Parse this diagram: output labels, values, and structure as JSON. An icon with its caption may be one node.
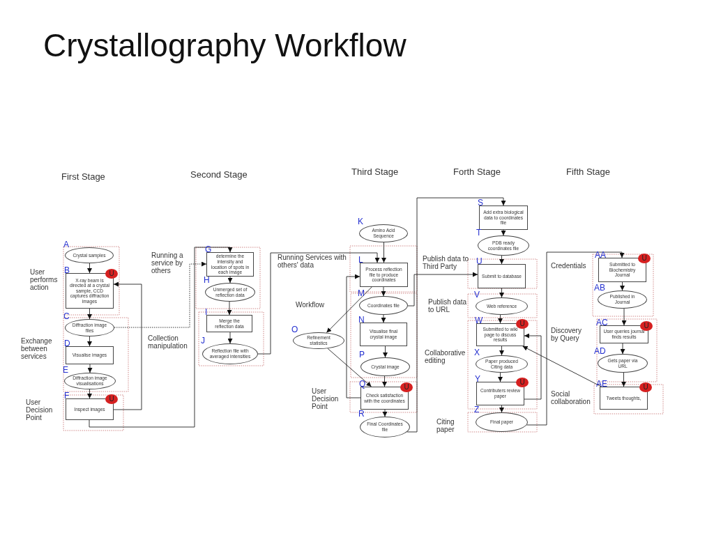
{
  "diagram": {
    "title": "Crystallography Workflow",
    "nodes": [
      {
        "text": [
          "Crystal samples"
        ],
        "beside": [
          "A"
        ]
      },
      {
        "text": [
          "X-ray beam is directed at a crystal sample, CCD captures diffraction images"
        ],
        "beside": [
          "B",
          "U"
        ]
      },
      {
        "text": [
          "Diffraction image files"
        ],
        "beside": [
          "C"
        ]
      },
      {
        "text": [
          "Visualise images"
        ],
        "beside": [
          "D"
        ]
      },
      {
        "text": [
          "Diffraction image visualisations"
        ],
        "beside": [
          "E"
        ]
      },
      {
        "text": [
          "Inspect images"
        ],
        "beside": [
          "F",
          "U"
        ]
      },
      {
        "text": [
          "determine the intensity and location of spots in each image"
        ],
        "beside": [
          "G"
        ]
      },
      {
        "text": [
          "Unmerged set of reflection data"
        ],
        "beside": [
          "H"
        ]
      },
      {
        "text": [
          "Merge the reflection data"
        ],
        "beside": [
          "I"
        ]
      },
      {
        "text": [
          "Reflection file with averaged intensities"
        ],
        "beside": [
          "J"
        ]
      },
      {
        "text": [
          "Amino Acid Sequence"
        ],
        "beside": [
          "K"
        ]
      },
      {
        "text": [
          "Process reflection file to produce coordinates"
        ],
        "beside": [
          "L"
        ]
      },
      {
        "text": [
          "Coordinates file"
        ],
        "beside": [
          "M"
        ]
      },
      {
        "text": [
          "Visualise final crystal image"
        ],
        "beside": [
          "N"
        ]
      },
      {
        "text": [
          "Refinement statistics"
        ],
        "beside": [
          "O"
        ]
      },
      {
        "text": [
          "Crystal image"
        ],
        "beside": [
          "P"
        ]
      },
      {
        "text": [
          "Check satisfaction with the coordinates"
        ],
        "beside": [
          "Q",
          "U"
        ]
      },
      {
        "text": [
          "Final Coordinates file"
        ],
        "beside": [
          "R"
        ]
      },
      {
        "text": [
          "Add extra biological data to coordinates file"
        ],
        "beside": [
          "S"
        ]
      },
      {
        "text": [
          "PDB ready coordinates file"
        ],
        "beside": [
          "T"
        ]
      },
      {
        "text": [
          "Submit to database"
        ],
        "beside": [
          "U"
        ]
      },
      {
        "text": [
          "Web reference"
        ],
        "beside": [
          "V"
        ]
      },
      {
        "text": [
          "Submitted to wiki page to discuss results"
        ],
        "beside": [
          "W",
          "U"
        ]
      },
      {
        "text": [
          "Paper produced Citing data"
        ],
        "beside": [
          "X"
        ]
      },
      {
        "text": [
          "Contributers review paper"
        ],
        "beside": [
          "Y",
          "U"
        ]
      },
      {
        "text": [
          "Final paper"
        ],
        "beside": [
          "Z"
        ]
      },
      {
        "text": [
          "Submitted to Biochemistry Journal"
        ],
        "beside": [
          "AA",
          "U"
        ]
      },
      {
        "text": [
          "Published in Journal"
        ],
        "beside": [
          "AB"
        ]
      },
      {
        "text": [
          "User queries journal finds results"
        ],
        "beside": [
          "AC",
          "U"
        ]
      },
      {
        "text": [
          "Gets paper via URL"
        ],
        "beside": [
          "AD"
        ]
      },
      {
        "text": [
          "Tweets thoughts,"
        ],
        "beside": [
          "AE",
          "U"
        ]
      }
    ],
    "edges": [
      {
        "from": 0,
        "to": 1,
        "arrow": "to"
      },
      {
        "from": 1,
        "to": 2,
        "arrow": "to"
      },
      {
        "from": 2,
        "to": 3,
        "arrow": "to"
      },
      {
        "from": 3,
        "to": 4,
        "arrow": "to"
      },
      {
        "from": 4,
        "to": 5,
        "arrow": "to"
      },
      {
        "from": 5,
        "to": 1,
        "arrow": "to"
      },
      {
        "from": 5,
        "to": 6,
        "arrow": "to"
      },
      {
        "from": 2,
        "to": 6,
        "arrow": "to",
        "style": "dashed"
      },
      {
        "from": 6,
        "to": 7,
        "arrow": "to"
      },
      {
        "from": 7,
        "to": 8,
        "arrow": "to"
      },
      {
        "from": 8,
        "to": 9,
        "arrow": "to"
      },
      {
        "from": 9,
        "to": 11,
        "arrow": "to"
      },
      {
        "from": 10,
        "to": 11,
        "arrow": "to"
      },
      {
        "from": 11,
        "to": 12,
        "arrow": "to"
      },
      {
        "from": 12,
        "to": 13,
        "arrow": "to"
      },
      {
        "from": 13,
        "to": 15,
        "arrow": "to"
      },
      {
        "from": 15,
        "to": 16,
        "arrow": "to"
      },
      {
        "from": 16,
        "to": 17,
        "arrow": "to"
      },
      {
        "from": 16,
        "to": 11,
        "arrow": "to"
      },
      {
        "from": 11,
        "to": 14,
        "arrow": "to"
      },
      {
        "from": 14,
        "to": 16,
        "arrow": "to"
      },
      {
        "from": 12,
        "to": 20,
        "arrow": "to"
      },
      {
        "from": 17,
        "to": 18,
        "arrow": "to"
      },
      {
        "from": 18,
        "to": 19,
        "arrow": "to"
      },
      {
        "from": 19,
        "to": 20,
        "arrow": "to"
      },
      {
        "from": 20,
        "to": 21,
        "arrow": "to"
      },
      {
        "from": 21,
        "to": 22,
        "arrow": "to"
      },
      {
        "from": 22,
        "to": 23,
        "arrow": "to"
      },
      {
        "from": 23,
        "to": 24,
        "arrow": "to"
      },
      {
        "from": 24,
        "to": 25,
        "arrow": "to"
      },
      {
        "from": 24,
        "to": 22,
        "arrow": "to"
      },
      {
        "from": 25,
        "to": 26,
        "arrow": "to"
      },
      {
        "from": 30,
        "to": 22,
        "arrow": "to"
      },
      {
        "from": 26,
        "to": 27,
        "arrow": "to"
      },
      {
        "from": 27,
        "to": 28,
        "arrow": "to"
      },
      {
        "from": 28,
        "to": 29,
        "arrow": "to"
      },
      {
        "from": 29,
        "to": 30,
        "arrow": "to"
      }
    ],
    "labels": [
      "First Stage",
      "Second Stage",
      "Third Stage",
      "Forth Stage",
      "Fifth Stage",
      "User performs action",
      "Running a service by others",
      "Running Services with others' data",
      "Publish data to Third Party",
      "Credentials",
      "Workflow",
      "Publish data to URL",
      "Exchange between services",
      "Discovery by Query",
      "Collection manipulation",
      "Collaborative editing",
      "User Decision Point",
      "Social collaboration",
      "User Decision Point",
      "Citing paper"
    ]
  }
}
